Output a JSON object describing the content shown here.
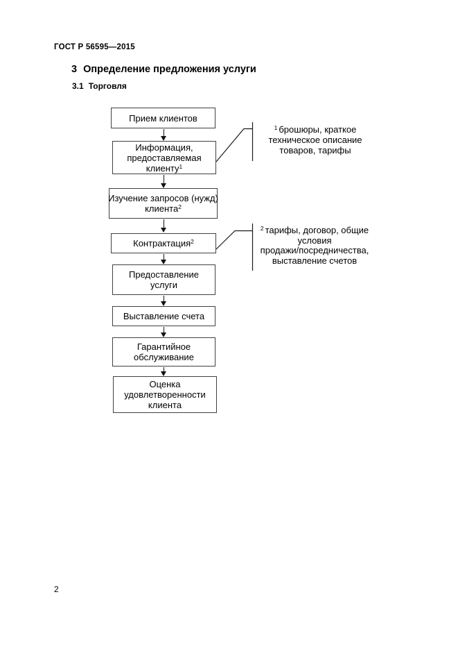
{
  "header": {
    "doc_code": "ГОСТ Р 56595—2015",
    "section": {
      "number": "3",
      "title": "Определение предложения услуги"
    },
    "subsection": {
      "number": "3.1",
      "title": "Торговля"
    }
  },
  "flowchart": {
    "boxes": [
      {
        "lines": [
          "Прием клиентов"
        ]
      },
      {
        "lines": [
          "Информация,",
          "предоставляемая",
          "клиенту"
        ],
        "sup": "1"
      },
      {
        "lines": [
          "Изучение запросов (нужд)",
          "клиента"
        ],
        "sup": "2"
      },
      {
        "lines": [
          "Контрактация"
        ],
        "sup": "2"
      },
      {
        "lines": [
          "Предоставление",
          "услуги"
        ]
      },
      {
        "lines": [
          "Выставление счета"
        ]
      },
      {
        "lines": [
          "Гарантийное",
          "обслуживание"
        ]
      },
      {
        "lines": [
          "Оценка",
          "удовлетворенности",
          "клиента"
        ]
      }
    ],
    "annotations": [
      {
        "sup": "1",
        "lines": [
          "брошюры, краткое",
          "техническое описание",
          "товаров, тарифы"
        ]
      },
      {
        "sup": "2",
        "lines": [
          "тарифы, договор, общие",
          "условия",
          "продажи/посредничества,",
          "выставление счетов"
        ]
      }
    ],
    "colors": {
      "box_border": "#404040",
      "line": "#1a1a1a",
      "text": "#000000"
    }
  },
  "footer": {
    "page_number": "2"
  }
}
